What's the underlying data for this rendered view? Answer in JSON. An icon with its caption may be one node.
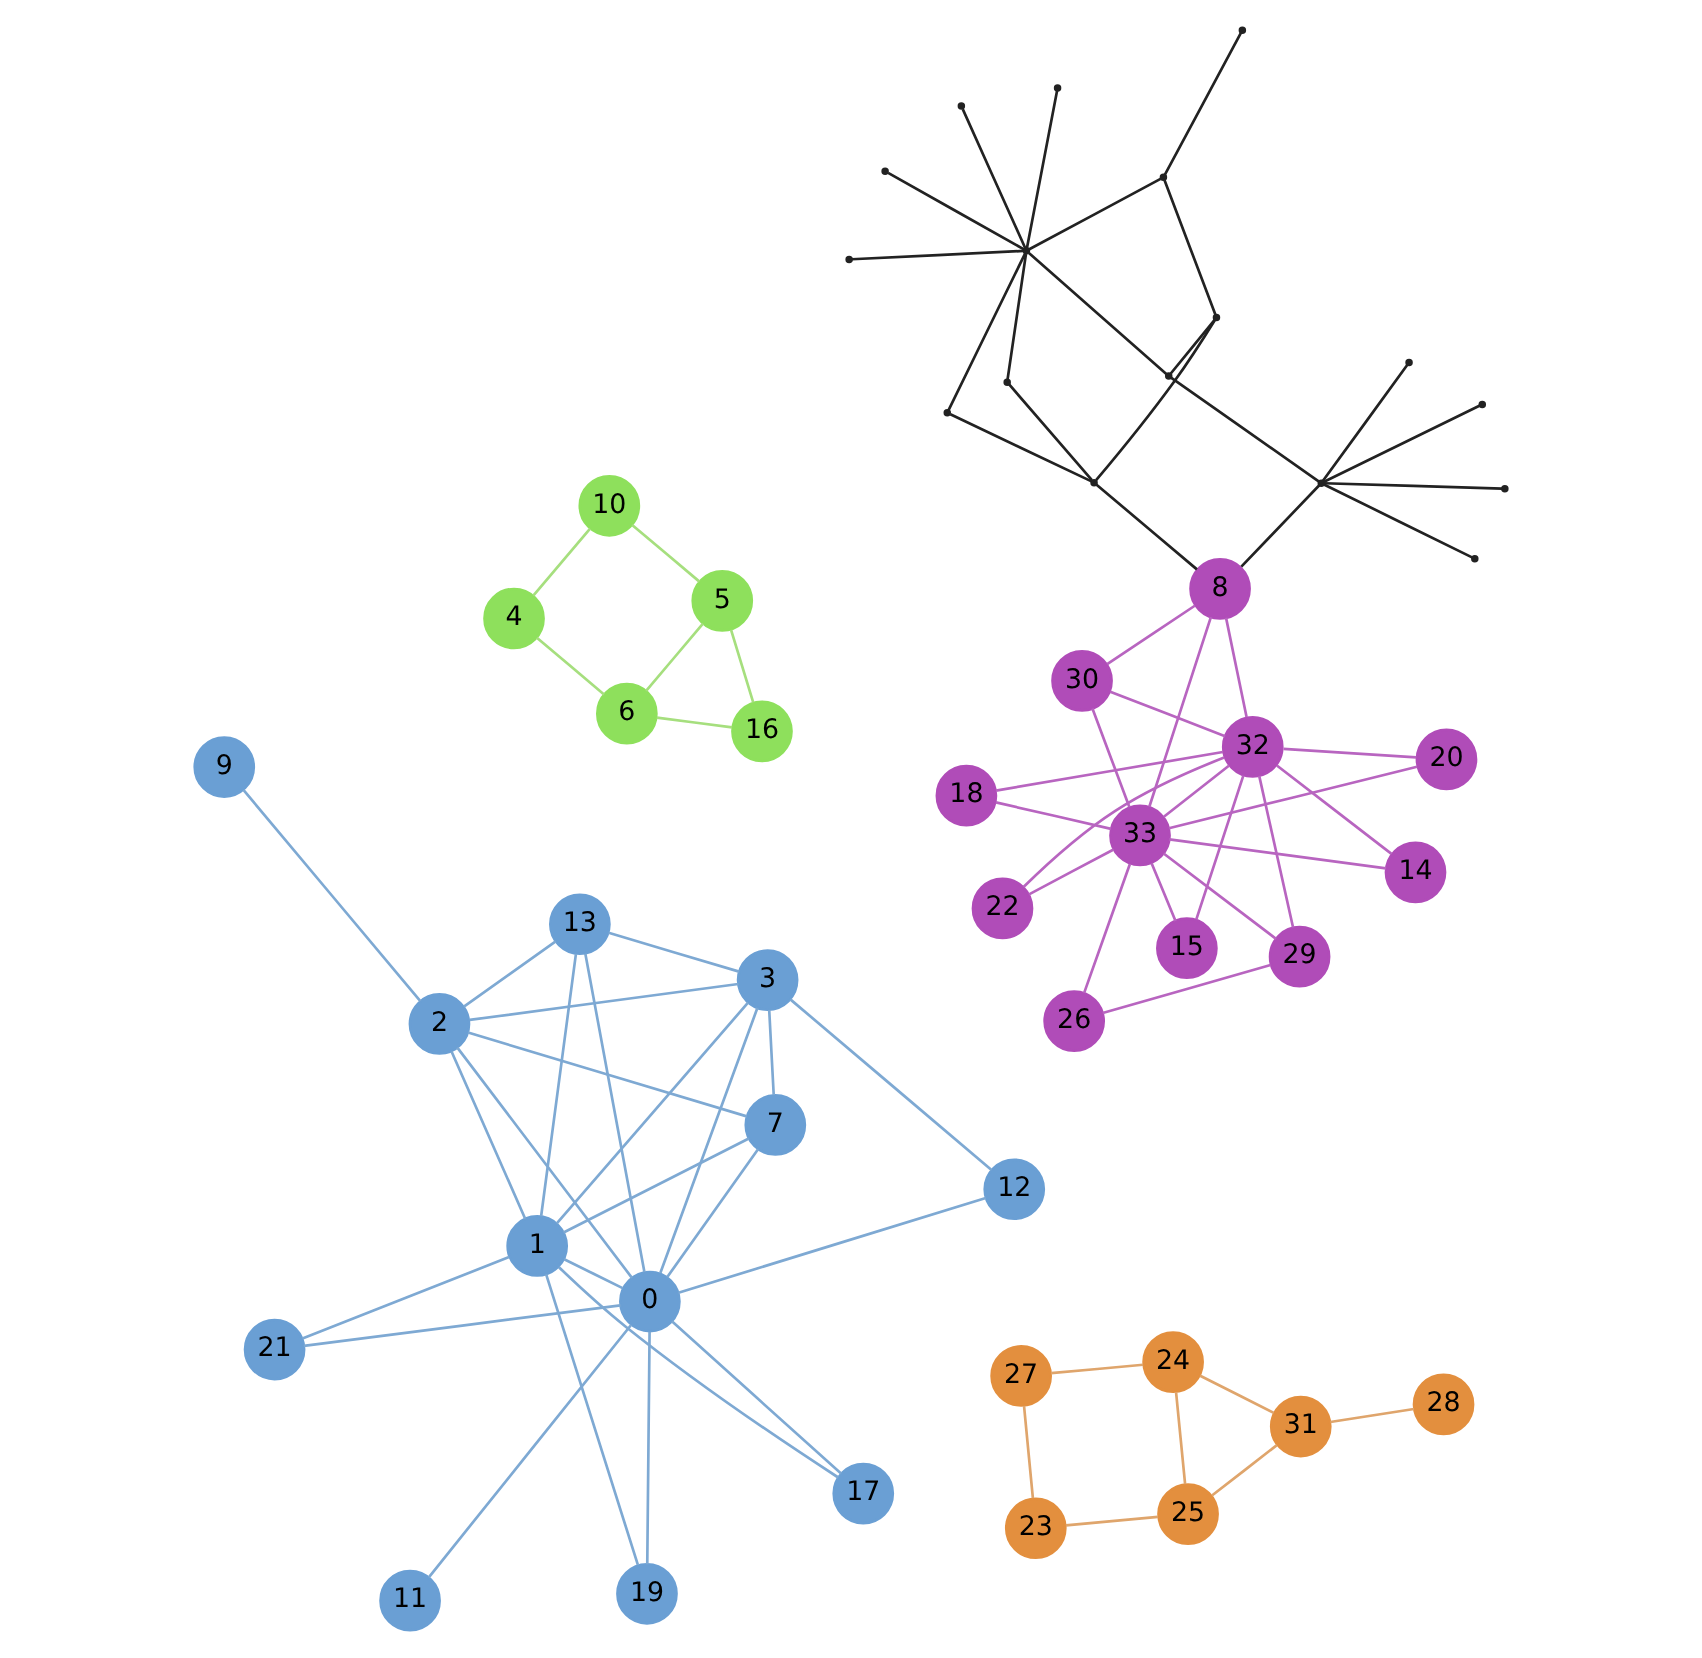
{
  "diagram": {
    "nodes": [
      {
        "text": [
          "0"
        ]
      },
      {
        "text": [
          "1"
        ]
      },
      {
        "text": [
          "2"
        ]
      },
      {
        "text": [
          "3"
        ]
      },
      {
        "text": [
          "4"
        ]
      },
      {
        "text": [
          "5"
        ]
      },
      {
        "text": [
          "6"
        ]
      },
      {
        "text": [
          "7"
        ]
      },
      {
        "text": [
          "8"
        ]
      },
      {
        "text": [
          "9"
        ]
      },
      {
        "text": [
          "10"
        ]
      },
      {
        "text": [
          "11"
        ]
      },
      {
        "text": [
          "12"
        ]
      },
      {
        "text": [
          "13"
        ]
      },
      {
        "text": [
          "14"
        ]
      },
      {
        "text": [
          "15"
        ]
      },
      {
        "text": [
          "16"
        ]
      },
      {
        "text": [
          "17"
        ]
      },
      {
        "text": [
          "18"
        ]
      },
      {
        "text": [
          "19"
        ]
      },
      {
        "text": [
          "20"
        ]
      },
      {
        "text": [
          "21"
        ]
      },
      {
        "text": [
          "22"
        ]
      },
      {
        "text": [
          "23"
        ]
      },
      {
        "text": [
          "24"
        ]
      },
      {
        "text": [
          "25"
        ]
      },
      {
        "text": [
          "26"
        ]
      },
      {
        "text": [
          "27"
        ]
      },
      {
        "text": [
          "28"
        ]
      },
      {
        "text": [
          "29"
        ]
      },
      {
        "text": [
          "30"
        ]
      },
      {
        "text": [
          "31"
        ]
      },
      {
        "text": [
          "32"
        ]
      },
      {
        "text": [
          "33"
        ]
      },
      {
        "text": [],
        "shape": "point"
      },
      {
        "text": [],
        "shape": "point"
      },
      {
        "text": [],
        "shape": "point"
      },
      {
        "text": [],
        "shape": "point"
      },
      {
        "text": [],
        "shape": "point"
      },
      {
        "text": [],
        "shape": "point"
      },
      {
        "text": [],
        "shape": "point"
      },
      {
        "text": [],
        "shape": "point"
      },
      {
        "text": [],
        "shape": "point"
      },
      {
        "text": [],
        "shape": "point"
      },
      {
        "text": [],
        "shape": "point"
      },
      {
        "text": [],
        "shape": "point"
      },
      {
        "text": [],
        "shape": "point"
      },
      {
        "text": [],
        "shape": "point"
      },
      {
        "text": [],
        "shape": "point"
      },
      {
        "text": [],
        "shape": "point"
      },
      {
        "text": [],
        "shape": "point"
      }
    ],
    "edges": [
      {
        "from": 0,
        "to": 1,
        "arrow": "none"
      },
      {
        "from": 0,
        "to": 2,
        "arrow": "none"
      },
      {
        "from": 0,
        "to": 3,
        "arrow": "none"
      },
      {
        "from": 0,
        "to": 7,
        "arrow": "none"
      },
      {
        "from": 0,
        "to": 11,
        "arrow": "none"
      },
      {
        "from": 0,
        "to": 12,
        "arrow": "none"
      },
      {
        "from": 0,
        "to": 13,
        "arrow": "none"
      },
      {
        "from": 0,
        "to": 17,
        "arrow": "none"
      },
      {
        "from": 0,
        "to": 19,
        "arrow": "none"
      },
      {
        "from": 0,
        "to": 21,
        "arrow": "none"
      },
      {
        "from": 1,
        "to": 2,
        "arrow": "none"
      },
      {
        "from": 1,
        "to": 3,
        "arrow": "none"
      },
      {
        "from": 1,
        "to": 7,
        "arrow": "none"
      },
      {
        "from": 1,
        "to": 13,
        "arrow": "none"
      },
      {
        "from": 1,
        "to": 17,
        "arrow": "none"
      },
      {
        "from": 1,
        "to": 19,
        "arrow": "none"
      },
      {
        "from": 1,
        "to": 21,
        "arrow": "none"
      },
      {
        "from": 2,
        "to": 3,
        "arrow": "none"
      },
      {
        "from": 2,
        "to": 7,
        "arrow": "none"
      },
      {
        "from": 2,
        "to": 9,
        "arrow": "none"
      },
      {
        "from": 2,
        "to": 13,
        "arrow": "none"
      },
      {
        "from": 3,
        "to": 7,
        "arrow": "none"
      },
      {
        "from": 3,
        "to": 12,
        "arrow": "none"
      },
      {
        "from": 3,
        "to": 13,
        "arrow": "none"
      },
      {
        "from": 4,
        "to": 6,
        "arrow": "none",
        "color": "#a6df7e"
      },
      {
        "from": 4,
        "to": 10,
        "arrow": "none",
        "color": "#a6df7e"
      },
      {
        "from": 5,
        "to": 6,
        "arrow": "none",
        "color": "#a6df7e"
      },
      {
        "from": 5,
        "to": 10,
        "arrow": "none",
        "color": "#a6df7e"
      },
      {
        "from": 5,
        "to": 16,
        "arrow": "none",
        "color": "#a6df7e"
      },
      {
        "from": 6,
        "to": 16,
        "arrow": "none",
        "color": "#a6df7e"
      },
      {
        "from": 23,
        "to": 25,
        "arrow": "none",
        "color": "#dfa56c"
      },
      {
        "from": 23,
        "to": 27,
        "arrow": "none",
        "color": "#dfa56c"
      },
      {
        "from": 24,
        "to": 25,
        "arrow": "none",
        "color": "#dfa56c"
      },
      {
        "from": 24,
        "to": 27,
        "arrow": "none",
        "color": "#dfa56c"
      },
      {
        "from": 24,
        "to": 31,
        "arrow": "none",
        "color": "#dfa56c"
      },
      {
        "from": 25,
        "to": 31,
        "arrow": "none",
        "color": "#dfa56c"
      },
      {
        "from": 28,
        "to": 31,
        "arrow": "none",
        "color": "#dfa56c"
      },
      {
        "from": 8,
        "to": 30,
        "arrow": "none",
        "color": "#b865c0"
      },
      {
        "from": 8,
        "to": 32,
        "arrow": "none",
        "color": "#b865c0"
      },
      {
        "from": 8,
        "to": 33,
        "arrow": "none",
        "color": "#b865c0"
      },
      {
        "from": 14,
        "to": 32,
        "arrow": "none",
        "color": "#b865c0"
      },
      {
        "from": 14,
        "to": 33,
        "arrow": "none",
        "color": "#b865c0"
      },
      {
        "from": 15,
        "to": 32,
        "arrow": "none",
        "color": "#b865c0"
      },
      {
        "from": 15,
        "to": 33,
        "arrow": "none",
        "color": "#b865c0"
      },
      {
        "from": 18,
        "to": 32,
        "arrow": "none",
        "color": "#b865c0"
      },
      {
        "from": 18,
        "to": 33,
        "arrow": "none",
        "color": "#b865c0"
      },
      {
        "from": 20,
        "to": 32,
        "arrow": "none",
        "color": "#b865c0"
      },
      {
        "from": 20,
        "to": 33,
        "arrow": "none",
        "color": "#b865c0"
      },
      {
        "from": 22,
        "to": 32,
        "arrow": "none",
        "color": "#b865c0"
      },
      {
        "from": 22,
        "to": 33,
        "arrow": "none",
        "color": "#b865c0"
      },
      {
        "from": 26,
        "to": 29,
        "arrow": "none",
        "color": "#b865c0"
      },
      {
        "from": 26,
        "to": 33,
        "arrow": "none",
        "color": "#b865c0"
      },
      {
        "from": 29,
        "to": 32,
        "arrow": "none",
        "color": "#b865c0"
      },
      {
        "from": 29,
        "to": 33,
        "arrow": "none",
        "color": "#b865c0"
      },
      {
        "from": 30,
        "to": 32,
        "arrow": "none",
        "color": "#b865c0"
      },
      {
        "from": 30,
        "to": 33,
        "arrow": "none",
        "color": "#b865c0"
      },
      {
        "from": 32,
        "to": 33,
        "arrow": "none",
        "color": "#b865c0"
      },
      {
        "from": 38,
        "to": 34,
        "arrow": "none",
        "color": "#222222"
      },
      {
        "from": 38,
        "to": 35,
        "arrow": "none",
        "color": "#222222"
      },
      {
        "from": 38,
        "to": 36,
        "arrow": "none",
        "color": "#222222"
      },
      {
        "from": 38,
        "to": 37,
        "arrow": "none",
        "color": "#222222"
      },
      {
        "from": 38,
        "to": 8,
        "arrow": "none",
        "color": "#222222"
      },
      {
        "from": 38,
        "to": 45,
        "arrow": "none",
        "color": "#222222"
      },
      {
        "from": 42,
        "to": 8,
        "arrow": "none",
        "color": "#222222"
      },
      {
        "from": 42,
        "to": 47,
        "arrow": "none",
        "color": "#222222"
      },
      {
        "from": 42,
        "to": 48,
        "arrow": "none",
        "color": "#222222"
      },
      {
        "from": 42,
        "to": 46,
        "arrow": "none",
        "color": "#222222"
      },
      {
        "from": 44,
        "to": 39,
        "arrow": "none",
        "color": "#222222"
      },
      {
        "from": 44,
        "to": 40,
        "arrow": "none",
        "color": "#222222"
      },
      {
        "from": 44,
        "to": 41,
        "arrow": "none",
        "color": "#222222"
      },
      {
        "from": 44,
        "to": 43,
        "arrow": "none",
        "color": "#222222"
      },
      {
        "from": 44,
        "to": 50,
        "arrow": "none",
        "color": "#222222"
      },
      {
        "from": 44,
        "to": 47,
        "arrow": "none",
        "color": "#222222"
      },
      {
        "from": 44,
        "to": 48,
        "arrow": "none",
        "color": "#222222"
      },
      {
        "from": 44,
        "to": 45,
        "arrow": "none",
        "color": "#222222"
      },
      {
        "from": 45,
        "to": 46,
        "arrow": "none",
        "color": "#222222"
      },
      {
        "from": 46,
        "to": 50,
        "arrow": "none",
        "color": "#222222"
      },
      {
        "from": 50,
        "to": 49,
        "arrow": "none",
        "color": "#222222"
      }
    ]
  }
}
